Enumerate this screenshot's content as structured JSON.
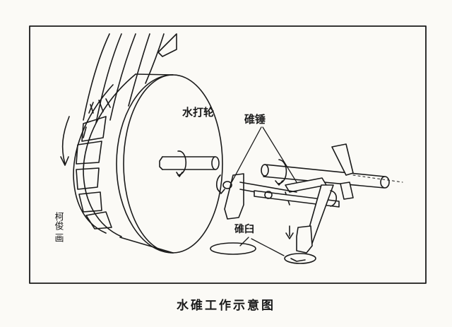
{
  "caption": "水碓工作示意图",
  "labels": {
    "water_wheel": "水打轮",
    "pestle": "碓锤",
    "mortar": "碓臼"
  },
  "signature": "柯俊 画",
  "colors": {
    "ink": "#1a1a1a",
    "paper": "#fbfaf6"
  }
}
